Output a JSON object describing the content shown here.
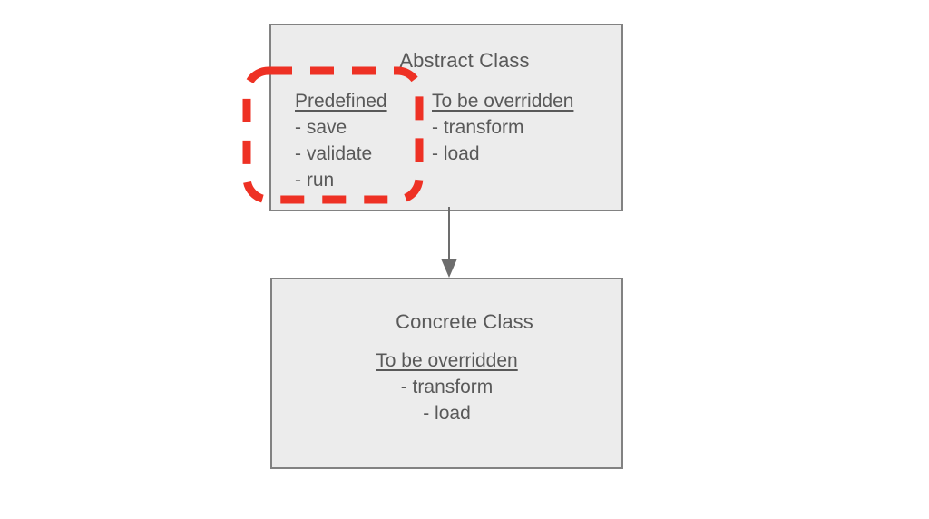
{
  "diagram": {
    "title": "Abstract Class / Concrete Class inheritance",
    "background_color": "#ffffff",
    "box_fill_color": "#ececec",
    "box_border_color": "#828282",
    "text_color": "#595959",
    "highlight_color": "#ee3124",
    "arrow_color": "#6d6d6d"
  },
  "abstract_class": {
    "title": "Abstract Class",
    "columns": [
      {
        "heading": "Predefined",
        "members": [
          "- save",
          "- validate",
          "- run"
        ]
      },
      {
        "heading": "To be overridden",
        "members": [
          "- transform",
          "- load"
        ]
      }
    ]
  },
  "concrete_class": {
    "title": "Concrete Class",
    "heading": "To be overridden",
    "members": [
      "- transform",
      "- load"
    ]
  },
  "annotations": {
    "highlight": {
      "name": "predefined-highlight",
      "style": "dashed rounded rectangle",
      "color": "#ee3124"
    },
    "arrow": {
      "name": "inheritance-arrow",
      "direction": "down",
      "style": "solid line with filled triangular arrowhead"
    }
  }
}
